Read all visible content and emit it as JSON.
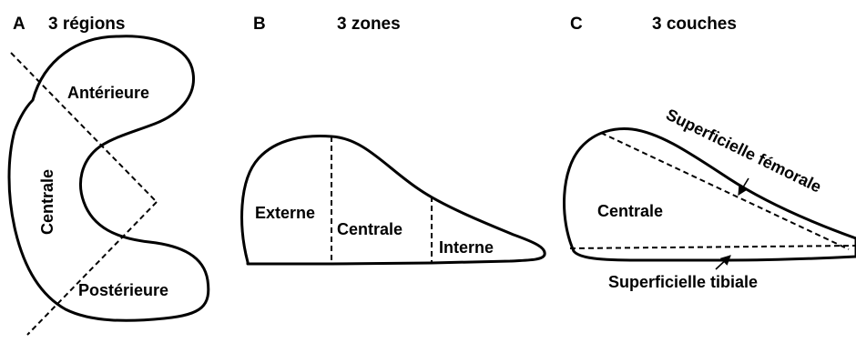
{
  "panels": {
    "a": {
      "letter": "A",
      "title": "3 régions",
      "labels": {
        "anterior": "Antérieure",
        "central": "Centrale",
        "posterior": "Postérieure"
      }
    },
    "b": {
      "letter": "B",
      "title": "3 zones",
      "labels": {
        "outer": "Externe",
        "central": "Centrale",
        "inner": "Interne"
      }
    },
    "c": {
      "letter": "C",
      "title": "3 couches",
      "labels": {
        "central": "Centrale",
        "femoral": "Superficielle fémorale",
        "tibial": "Superficielle tibiale"
      }
    }
  }
}
